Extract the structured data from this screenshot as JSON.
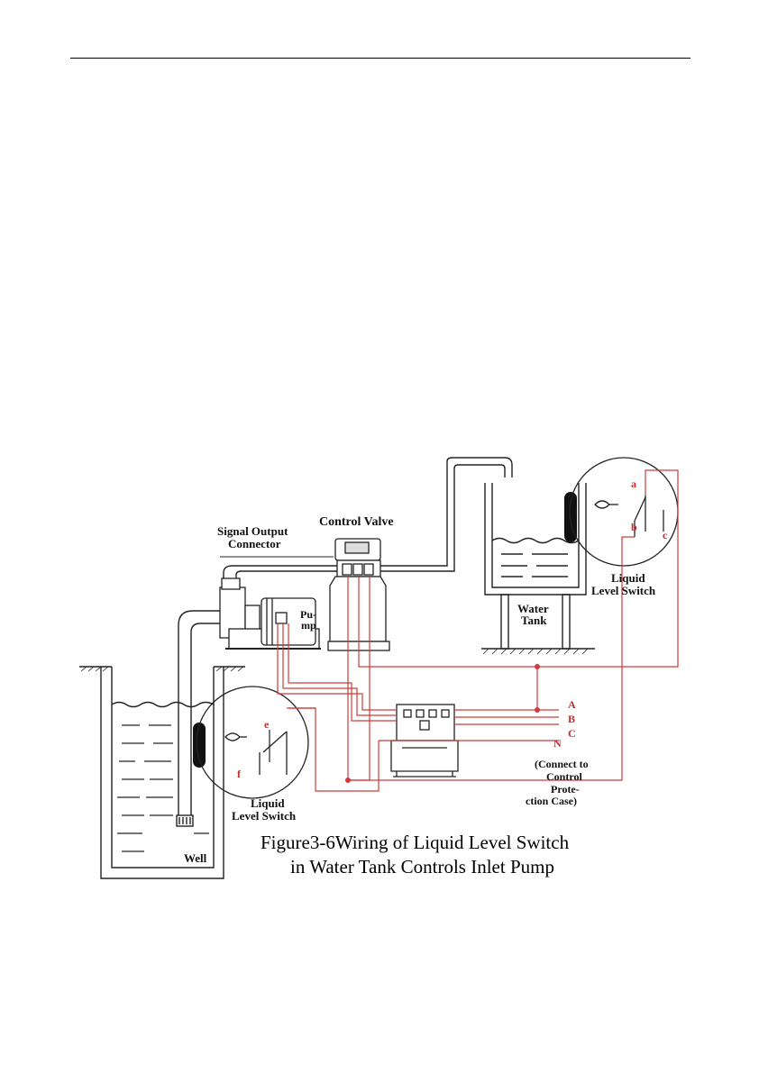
{
  "figure": {
    "caption_line1": "Figure3-6Wiring of Liquid Level Switch",
    "caption_line2": "in Water Tank Controls Inlet Pump"
  },
  "labels": {
    "control_valve": "Control Valve",
    "signal_output_line1": "Signal Output",
    "signal_output_line2": "Connector",
    "pump_line1": "Pu-",
    "pump_line2": "mp",
    "water_tank_line1": "Water",
    "water_tank_line2": "Tank",
    "well": "Well",
    "tank_switch_line1": "Liquid",
    "tank_switch_line2": "Level Switch",
    "well_switch_line1": "Liquid",
    "well_switch_line2": "Level Switch"
  },
  "terminals": {
    "a": "a",
    "b": "b",
    "c": "c",
    "e": "e",
    "f": "f"
  },
  "phases": {
    "A": "A",
    "B": "B",
    "C": "C",
    "N": "N"
  },
  "note": {
    "line1": "(Connect to",
    "line2": "Control",
    "line3": "Prote-",
    "line4": "ction Case)"
  },
  "colors": {
    "wire": "#d23a3a",
    "outline": "#222222"
  }
}
